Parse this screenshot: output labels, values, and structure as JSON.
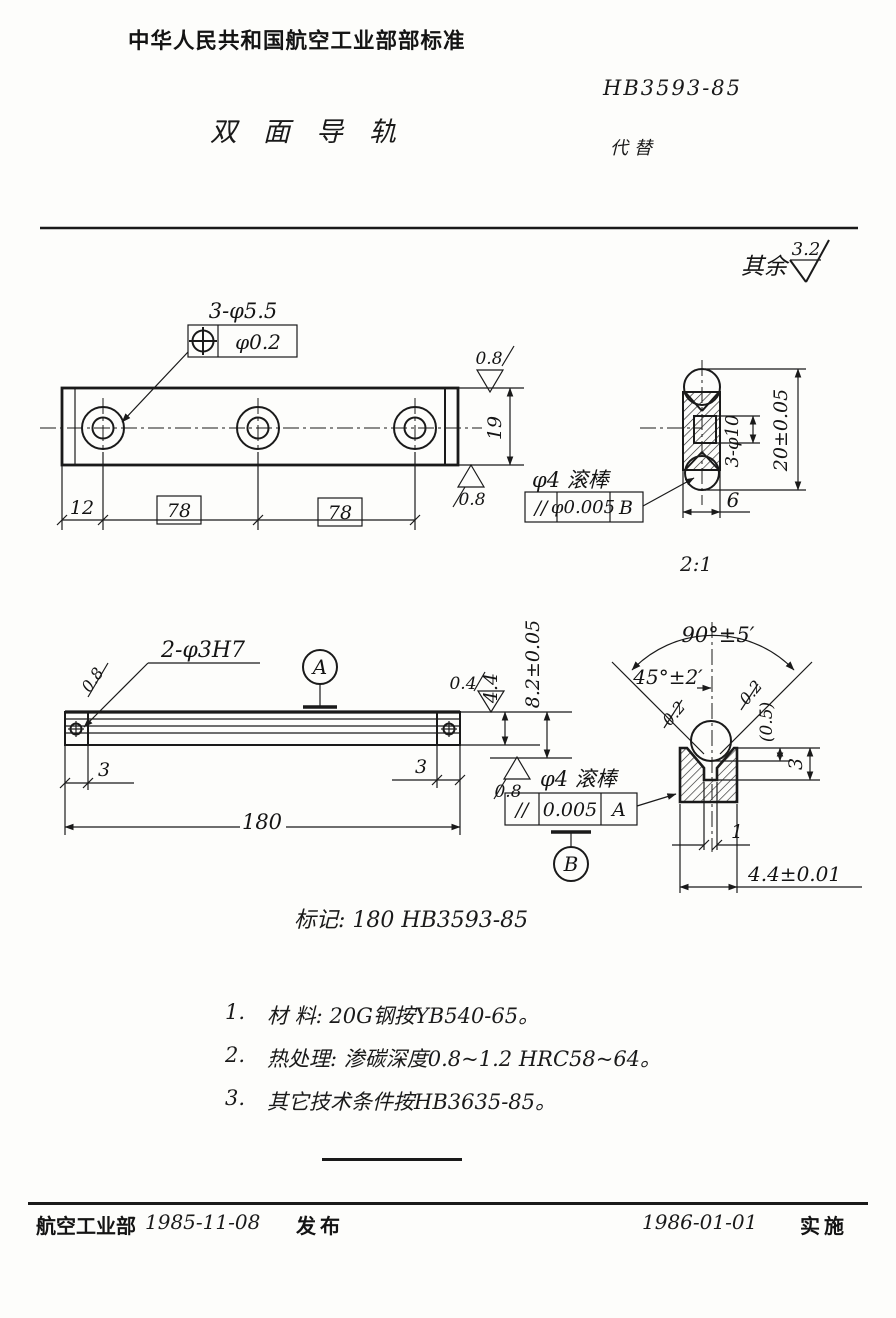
{
  "header": {
    "org": "中华人民共和国航空工业部部标准",
    "standard_no": "HB3593-85",
    "title": "双面导轨",
    "supersedes": "代替"
  },
  "general": {
    "rest_label": "其余",
    "rest_roughness": "3.2",
    "scale": "2:1",
    "marking": "标记: 180  HB3593-85"
  },
  "plan_view": {
    "hole_callout": "3-φ5.5",
    "position_tolerance": "φ0.2",
    "dim_12": "12",
    "dim_78a": "78",
    "dim_78b": "78",
    "dim_19": "19",
    "finish_top": "0.8",
    "finish_bottom": "0.8"
  },
  "end_view": {
    "hole_callout": "3-φ10",
    "dim_width": "20±0.05",
    "dim_thickness": "6",
    "roller_note": "φ4 滚棒",
    "parallelism": {
      "symbol": "//",
      "tolerance": "φ0.005",
      "datum": "B"
    }
  },
  "side_view": {
    "hole_callout": "2-φ3H7",
    "finish_end": "0.8",
    "datum_a": "A",
    "finish_top": "0.4",
    "dim_44": "4.4",
    "dim_82": "8.2±0.05",
    "finish_groove": "0.8",
    "dim_3_left": "3",
    "dim_3_right": "3",
    "dim_180": "180",
    "roller_note": "φ4 滚棒",
    "parallelism": {
      "symbol": "//",
      "tolerance": "0.005",
      "datum": "A"
    },
    "datum_b": "B"
  },
  "detail_view": {
    "angle_full": "90°±5′",
    "angle_half": "45°±2′",
    "finish_left": "0.2",
    "finish_right": "0.2",
    "dim_ref": "(0.5)",
    "dim_3": "3",
    "dim_1": "1",
    "dim_width": "4.4±0.01"
  },
  "notes": [
    {
      "no": "1.",
      "text": "材 料: 20G钢按YB540-65。"
    },
    {
      "no": "2.",
      "text": "热处理: 渗碳深度0.8~1.2 HRC58~64。"
    },
    {
      "no": "3.",
      "text": "其它技术条件按HB3635-85。"
    }
  ],
  "footer": {
    "org": "航空工业部",
    "issue_date": "1985-11-08",
    "issue_label": "发布",
    "impl_date": "1986-01-01",
    "impl_label": "实施"
  }
}
